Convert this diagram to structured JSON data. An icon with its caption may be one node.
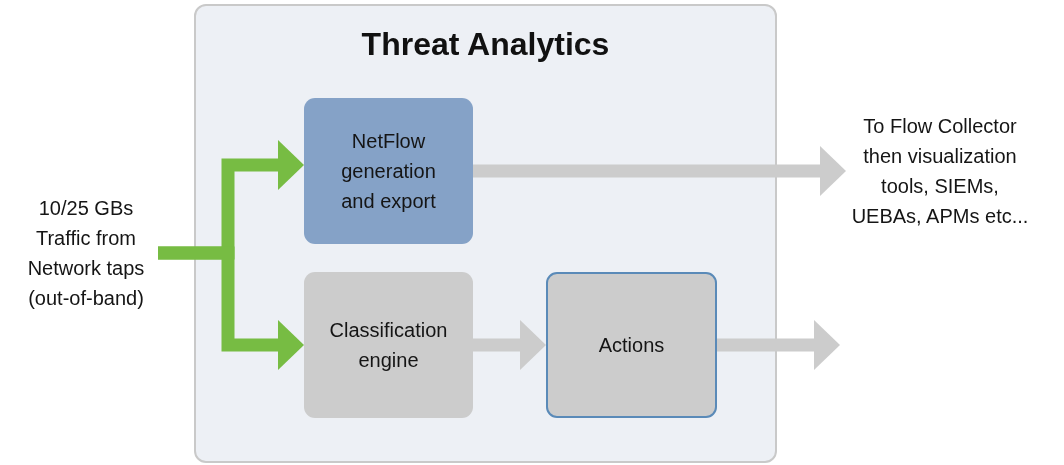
{
  "diagram": {
    "nodes": [
      {
        "text": [
          "10/25 GBs Traffic from Network taps (out-of-band)"
        ]
      },
      {
        "text": [
          "Threat Analytics"
        ]
      },
      {
        "text": [
          "NetFlow generation and export"
        ],
        "in": 1
      },
      {
        "text": [
          "Classification engine"
        ],
        "in": 1
      },
      {
        "text": [
          "Actions"
        ],
        "in": 1
      },
      {
        "text": [
          "To Flow Collector then visualization tools, SIEMs, UEBAs, APMs etc..."
        ]
      }
    ],
    "edges": [
      {
        "from": 0,
        "to": 2,
        "arrow": "to",
        "color": "#77bc43"
      },
      {
        "from": 0,
        "to": 3,
        "arrow": "to",
        "color": "#77bc43"
      },
      {
        "from": 2,
        "to": 5,
        "arrow": "to"
      },
      {
        "from": 3,
        "to": 4,
        "arrow": "to"
      },
      {
        "from": 4,
        "to": null,
        "arrow": "to"
      }
    ]
  }
}
